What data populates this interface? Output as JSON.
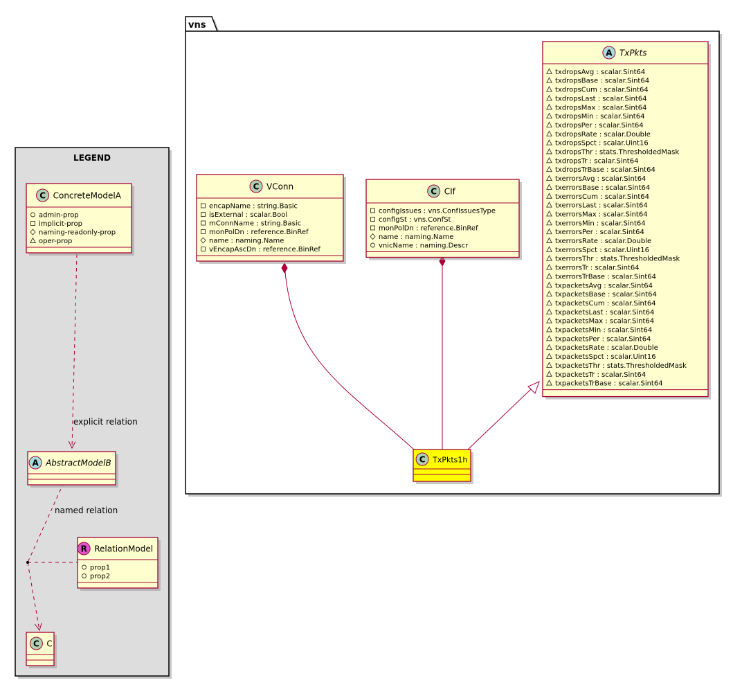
{
  "package": {
    "name": "vns"
  },
  "legend": {
    "title": "LEGEND",
    "concrete": {
      "name": "ConcreteModelA",
      "stereotype": "C",
      "members": [
        {
          "vis": "+",
          "text": "admin-prop"
        },
        {
          "vis": "-",
          "text": "implicit-prop"
        },
        {
          "vis": "#",
          "text": "naming-readonly-prop"
        },
        {
          "vis": "~",
          "text": "oper-prop"
        }
      ]
    },
    "abstract": {
      "name": "AbstractModelB",
      "stereotype": "A"
    },
    "relation": {
      "name": "RelationModel",
      "stereotype": "R",
      "members": [
        {
          "vis": "+",
          "text": "prop1"
        },
        {
          "vis": "+",
          "text": "prop2"
        }
      ]
    },
    "c": {
      "name": "C",
      "stereotype": "C"
    },
    "explicit_label": "explicit relation",
    "named_label": "named relation"
  },
  "classes": {
    "vconn": {
      "name": "VConn",
      "stereotype": "C",
      "members": [
        {
          "vis": "-",
          "text": "encapName : string.Basic"
        },
        {
          "vis": "-",
          "text": "isExternal : scalar.Bool"
        },
        {
          "vis": "-",
          "text": "mConnName : string.Basic"
        },
        {
          "vis": "-",
          "text": "monPolDn : reference.BinRef"
        },
        {
          "vis": "#",
          "text": "name : naming.Name"
        },
        {
          "vis": "-",
          "text": "vEncapAscDn : reference.BinRef"
        }
      ]
    },
    "cif": {
      "name": "CIf",
      "stereotype": "C",
      "members": [
        {
          "vis": "-",
          "text": "configIssues : vns.ConfIssuesType"
        },
        {
          "vis": "-",
          "text": "configSt : vns.ConfSt"
        },
        {
          "vis": "-",
          "text": "monPolDn : reference.BinRef"
        },
        {
          "vis": "#",
          "text": "name : naming.Name"
        },
        {
          "vis": "+",
          "text": "vnicName : naming.Descr"
        }
      ]
    },
    "txpkts": {
      "name": "TxPkts",
      "stereotype": "A",
      "members": [
        {
          "vis": "~",
          "text": "txdropsAvg : scalar.Sint64"
        },
        {
          "vis": "~",
          "text": "txdropsBase : scalar.Sint64"
        },
        {
          "vis": "~",
          "text": "txdropsCum : scalar.Sint64"
        },
        {
          "vis": "~",
          "text": "txdropsLast : scalar.Sint64"
        },
        {
          "vis": "~",
          "text": "txdropsMax : scalar.Sint64"
        },
        {
          "vis": "~",
          "text": "txdropsMin : scalar.Sint64"
        },
        {
          "vis": "~",
          "text": "txdropsPer : scalar.Sint64"
        },
        {
          "vis": "~",
          "text": "txdropsRate : scalar.Double"
        },
        {
          "vis": "~",
          "text": "txdropsSpct : scalar.Uint16"
        },
        {
          "vis": "~",
          "text": "txdropsThr : stats.ThresholdedMask"
        },
        {
          "vis": "~",
          "text": "txdropsTr : scalar.Sint64"
        },
        {
          "vis": "~",
          "text": "txdropsTrBase : scalar.Sint64"
        },
        {
          "vis": "~",
          "text": "txerrorsAvg : scalar.Sint64"
        },
        {
          "vis": "~",
          "text": "txerrorsBase : scalar.Sint64"
        },
        {
          "vis": "~",
          "text": "txerrorsCum : scalar.Sint64"
        },
        {
          "vis": "~",
          "text": "txerrorsLast : scalar.Sint64"
        },
        {
          "vis": "~",
          "text": "txerrorsMax : scalar.Sint64"
        },
        {
          "vis": "~",
          "text": "txerrorsMin : scalar.Sint64"
        },
        {
          "vis": "~",
          "text": "txerrorsPer : scalar.Sint64"
        },
        {
          "vis": "~",
          "text": "txerrorsRate : scalar.Double"
        },
        {
          "vis": "~",
          "text": "txerrorsSpct : scalar.Uint16"
        },
        {
          "vis": "~",
          "text": "txerrorsThr : stats.ThresholdedMask"
        },
        {
          "vis": "~",
          "text": "txerrorsTr : scalar.Sint64"
        },
        {
          "vis": "~",
          "text": "txerrorsTrBase : scalar.Sint64"
        },
        {
          "vis": "~",
          "text": "txpacketsAvg : scalar.Sint64"
        },
        {
          "vis": "~",
          "text": "txpacketsBase : scalar.Sint64"
        },
        {
          "vis": "~",
          "text": "txpacketsCum : scalar.Sint64"
        },
        {
          "vis": "~",
          "text": "txpacketsLast : scalar.Sint64"
        },
        {
          "vis": "~",
          "text": "txpacketsMax : scalar.Sint64"
        },
        {
          "vis": "~",
          "text": "txpacketsMin : scalar.Sint64"
        },
        {
          "vis": "~",
          "text": "txpacketsPer : scalar.Sint64"
        },
        {
          "vis": "~",
          "text": "txpacketsRate : scalar.Double"
        },
        {
          "vis": "~",
          "text": "txpacketsSpct : scalar.Uint16"
        },
        {
          "vis": "~",
          "text": "txpacketsThr : stats.ThresholdedMask"
        },
        {
          "vis": "~",
          "text": "txpacketsTr : scalar.Sint64"
        },
        {
          "vis": "~",
          "text": "txpacketsTrBase : scalar.Sint64"
        }
      ]
    },
    "txpkts1h": {
      "name": "TxPkts1h",
      "stereotype": "C"
    }
  },
  "colors": {
    "border": "#a80036",
    "class_fill": "#fefece",
    "highlight_fill": "#ffff00",
    "legend_fill": "#dddddd",
    "badge_c": "#add1b2",
    "badge_a": "#a9dcdf",
    "badge_r": "#dd55cc"
  }
}
